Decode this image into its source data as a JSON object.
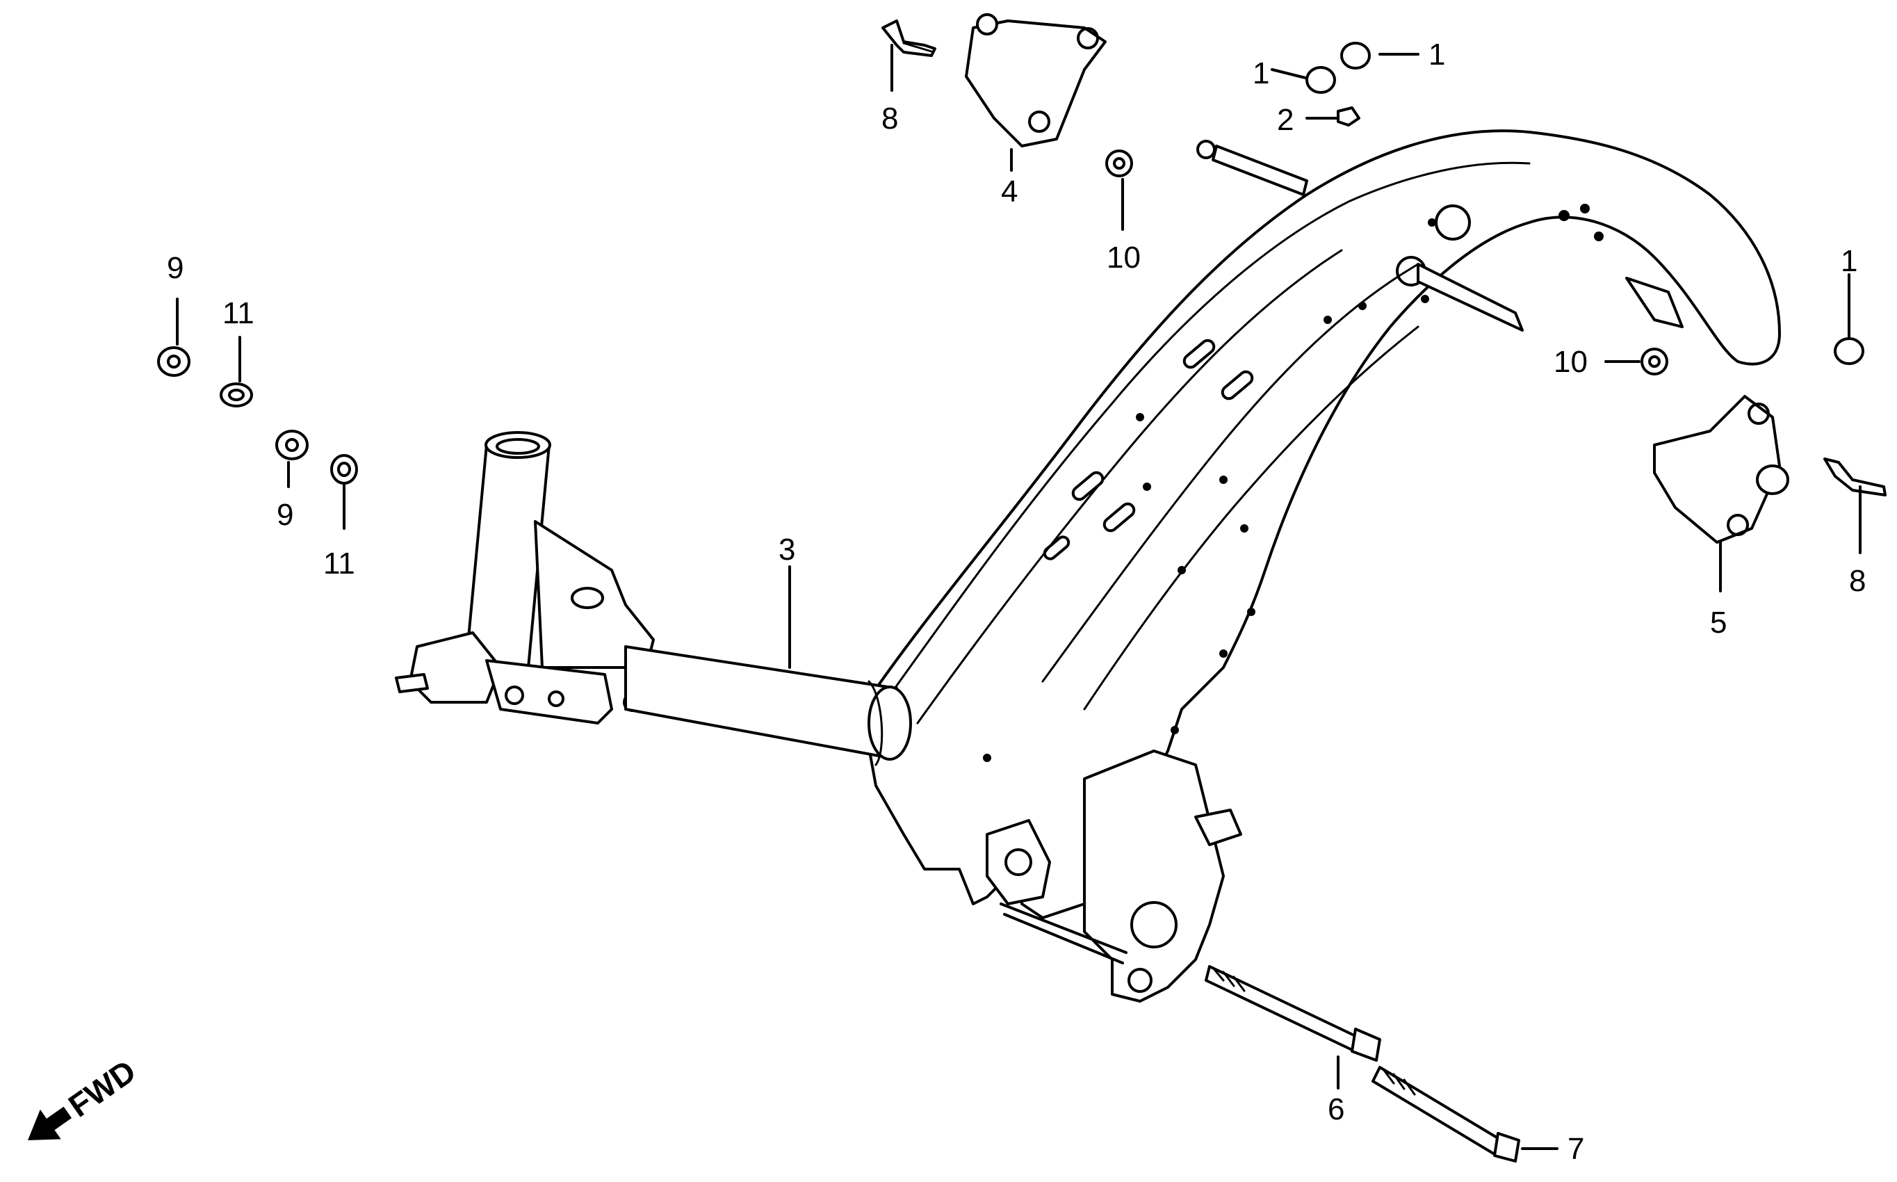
{
  "callouts": [
    {
      "id": "c1a",
      "text": "1"
    },
    {
      "id": "c1b",
      "text": "1"
    },
    {
      "id": "c1c",
      "text": "1"
    },
    {
      "id": "c2",
      "text": "2"
    },
    {
      "id": "c3",
      "text": "3"
    },
    {
      "id": "c4",
      "text": "4"
    },
    {
      "id": "c5",
      "text": "5"
    },
    {
      "id": "c6",
      "text": "6"
    },
    {
      "id": "c7",
      "text": "7"
    },
    {
      "id": "c8a",
      "text": "8"
    },
    {
      "id": "c8b",
      "text": "8"
    },
    {
      "id": "c9a",
      "text": "9"
    },
    {
      "id": "c9b",
      "text": "9"
    },
    {
      "id": "c10a",
      "text": "10"
    },
    {
      "id": "c10b",
      "text": "10"
    },
    {
      "id": "c11a",
      "text": "11"
    },
    {
      "id": "c11b",
      "text": "11"
    }
  ],
  "direction_label": "FWD",
  "colors": {
    "ink": "#000000",
    "paper": "#ffffff"
  }
}
